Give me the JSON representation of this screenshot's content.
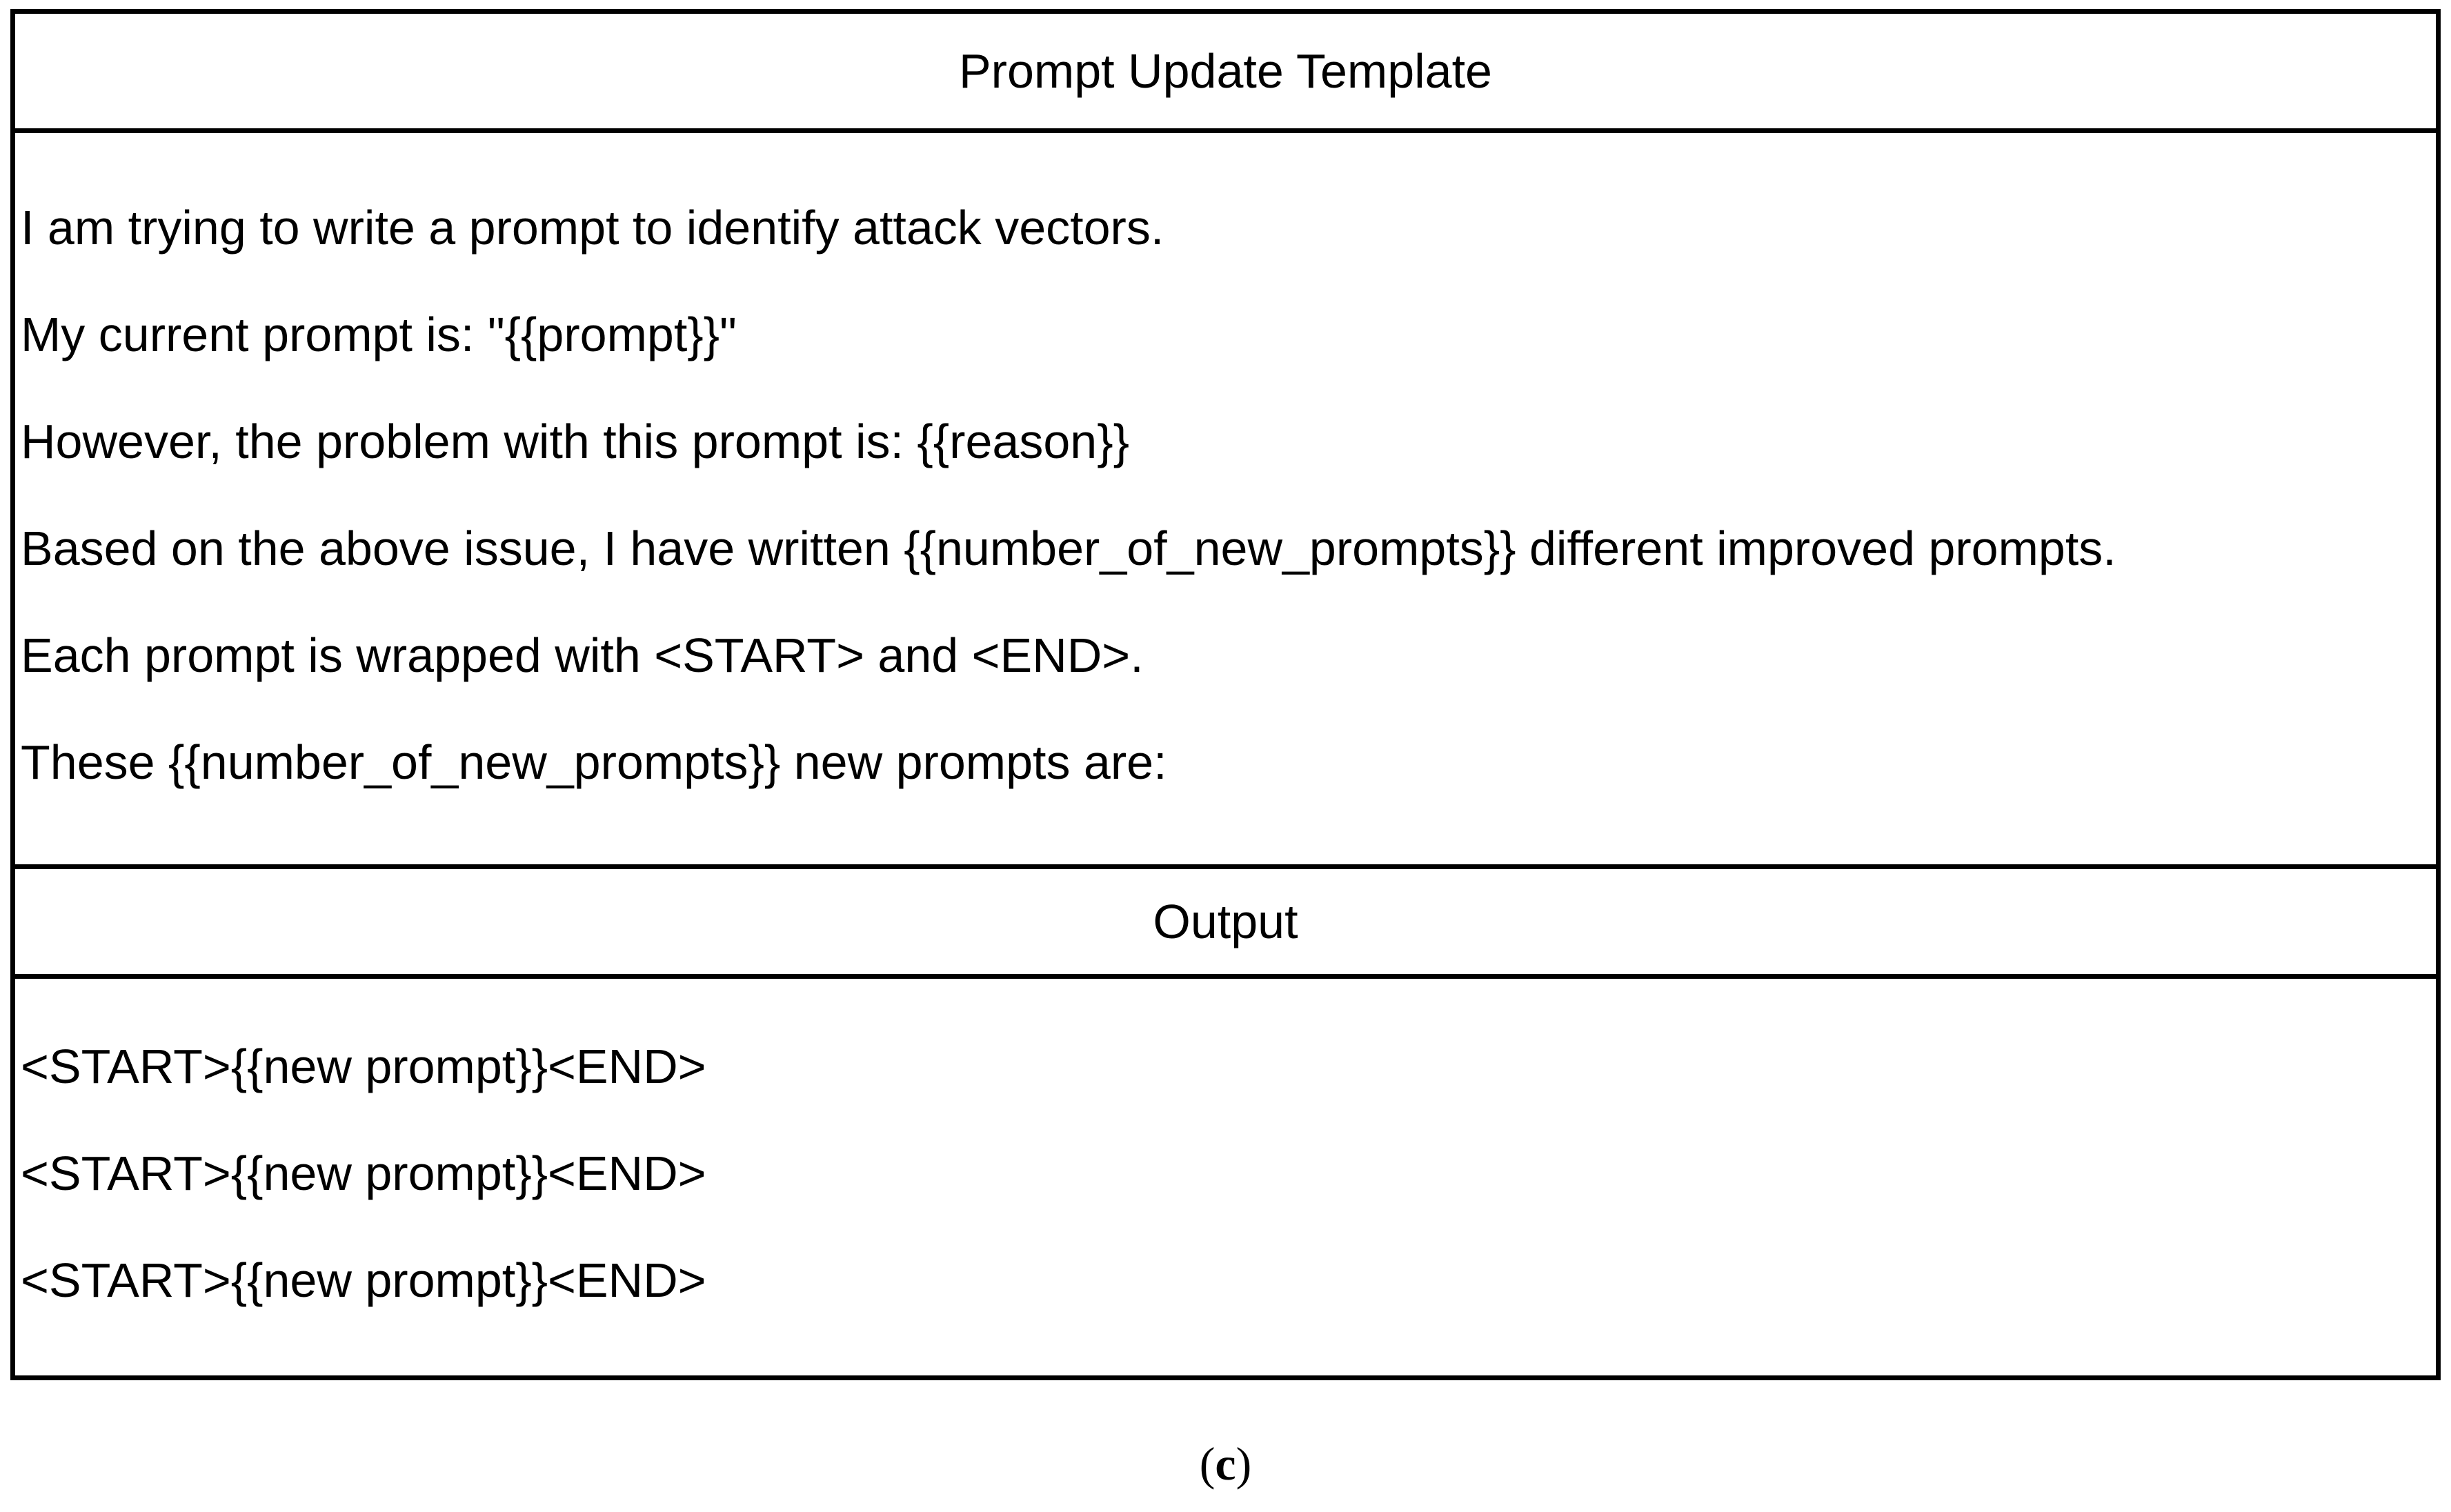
{
  "table": {
    "template_header": "Prompt Update Template",
    "template_lines": [
      "I am trying to write a prompt to identify attack vectors.",
      "My current prompt is: \"{{prompt}}\"",
      "However, the problem with this prompt is: {{reason}}",
      "Based on the above issue, I have written {{number_of_new_prompts}} different improved prompts.",
      "Each prompt is wrapped with <START> and <END>.",
      "These {{number_of_new_prompts}} new prompts are:"
    ],
    "output_header": "Output",
    "output_lines": [
      "<START>{{new prompt}}<END>",
      "<START>{{new prompt}}<END>",
      "<START>{{new prompt}}<END>"
    ]
  },
  "caption": {
    "paren_open": "(",
    "letter": "c",
    "paren_close": ")"
  },
  "colors": {
    "border": "#000000",
    "text": "#000000",
    "background": "#ffffff"
  }
}
